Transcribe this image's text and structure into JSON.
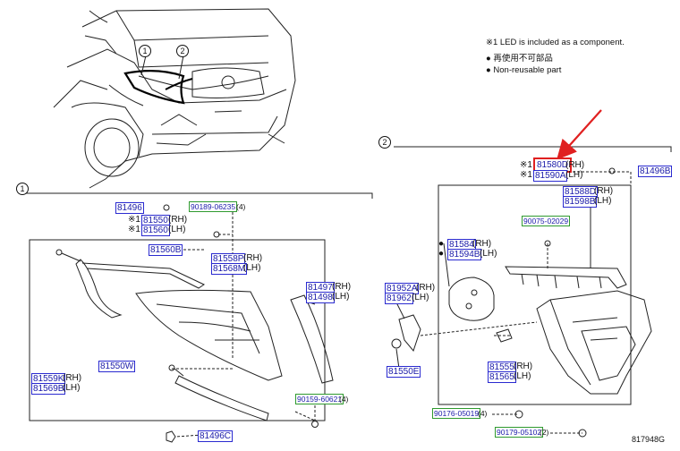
{
  "notes": {
    "led_note": "※1 LED is included as a component.",
    "line1": "再使用不可部品",
    "line2": "Non-reusable part"
  },
  "sections": {
    "s1": "1",
    "s2": "2"
  },
  "callouts": {
    "c1": "1",
    "c2": "2"
  },
  "mark": "※1",
  "suffix": {
    "rh": "(RH)",
    "lh": "(LH)",
    "q4": "(4)",
    "q2": "(2)"
  },
  "parts": {
    "p81496_a": "81496",
    "p90189": "90189-06235",
    "p81550": "81550",
    "p81560": "81560",
    "p81560B": "81560B",
    "p81558P": "81558P",
    "p81568M": "81568M",
    "p81497": "81497",
    "p81498": "81498",
    "p81550W": "81550W",
    "p81559K": "81559K",
    "p81569B": "81569B",
    "p90159": "90159-60621",
    "p81496C": "81496C",
    "p81580D": "81580D",
    "p81590A": "81590A",
    "p81496B": "81496B",
    "p81588D": "81588D",
    "p81598B": "81598B",
    "p90075": "90075-02029",
    "p81584": "81584",
    "p81594B": "81594B",
    "p81952A": "81952A",
    "p81962": "81962",
    "p81550E": "81550E",
    "p81555": "81555",
    "p81565": "81565",
    "p90176": "90176-05019",
    "p90179": "90179-05102"
  },
  "figure_id": "817948G",
  "colors": {
    "part_border": "#2a2ad0",
    "part_text": "#1a1aa8",
    "clip_border": "#2f9a2f",
    "highlight": "#e02020",
    "arrow": "#e02020"
  }
}
